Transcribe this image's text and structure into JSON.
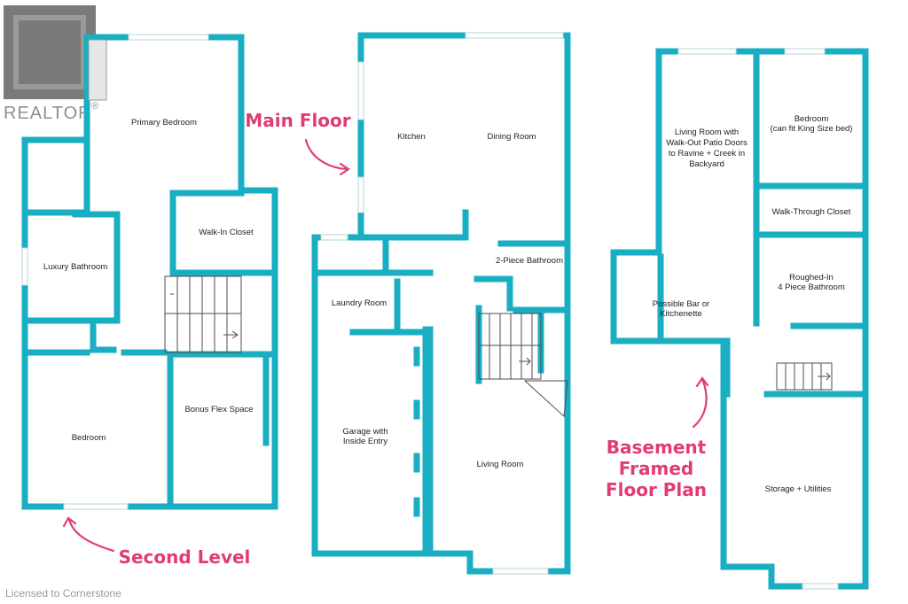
{
  "branding": {
    "logo_text": "REALTOR",
    "logo_mark": "®"
  },
  "license_text": "Licensed to Cornerstone",
  "floors": {
    "second": {
      "title": "Second Level",
      "rooms": {
        "primary_bedroom": "Primary Bedroom",
        "walk_in_closet": "Walk-In Closet",
        "luxury_bathroom": "Luxury Bathroom",
        "bedroom": "Bedroom",
        "bonus_flex_space": "Bonus Flex Space"
      }
    },
    "main": {
      "title": "Main Floor",
      "rooms": {
        "kitchen": "Kitchen",
        "dining_room": "Dining Room",
        "two_piece_bathroom": "2-Piece Bathroom",
        "laundry_room": "Laundry Room",
        "garage_line1": "Garage with",
        "garage_line2": "Inside Entry",
        "living_room": "Living Room"
      }
    },
    "basement": {
      "title_line1": "Basement",
      "title_line2": "Framed",
      "title_line3": "Floor Plan",
      "rooms": {
        "living_line1": "Living Room with",
        "living_line2": "Walk-Out Patio Doors",
        "living_line3": "to Ravine + Creek in",
        "living_line4": "Backyard",
        "bedroom_line1": "Bedroom",
        "bedroom_line2": "(can fit King Size bed)",
        "walk_through_closet": "Walk-Through Closet",
        "bath_line1": "Roughed-In",
        "bath_line2": "4 Piece Bathroom",
        "bar_line1": "Possible Bar or",
        "bar_line2": "Kitchenette",
        "storage": "Storage + Utilities"
      }
    }
  }
}
